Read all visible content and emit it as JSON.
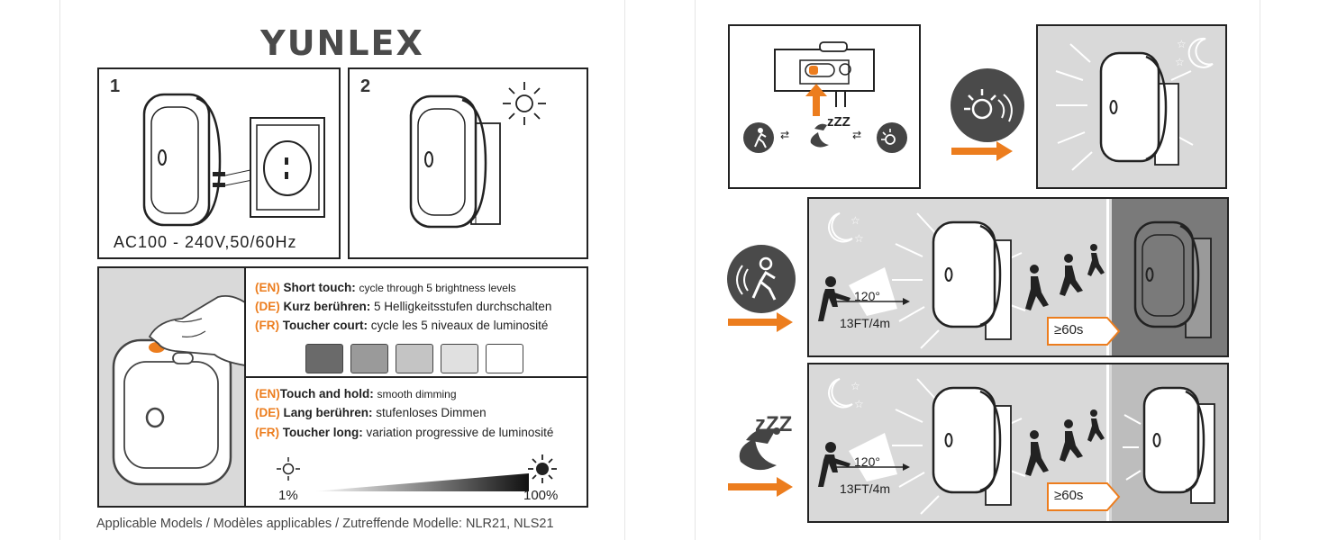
{
  "brand": {
    "logo": "YUNLEX"
  },
  "left_panel": {
    "step1": {
      "number": "1",
      "voltage": "AC100 - 240V,50/60Hz"
    },
    "step2": {
      "number": "2"
    },
    "short_touch": {
      "en_tag": "(EN)",
      "en_label": "Short touch:",
      "en_text": "cycle through 5 brightness levels",
      "de_tag": "(DE)",
      "de_label": "Kurz berühren:",
      "de_text": "5 Helligkeitsstufen durchschalten",
      "fr_tag": "(FR)",
      "fr_label": "Toucher court:",
      "fr_text": "cycle les 5 niveaux de luminosité",
      "swatch_colors": [
        "#6a6a6a",
        "#9a9a9a",
        "#c4c4c4",
        "#e0e0e0",
        "#ffffff"
      ]
    },
    "touch_hold": {
      "en_tag": "(EN)",
      "en_label": "Touch and hold:",
      "en_text": "smooth dimming",
      "de_tag": "(DE)",
      "de_label": "Lang berühren:",
      "de_text": "stufenloses Dimmen",
      "fr_tag": "(FR)",
      "fr_label": "Toucher long:",
      "fr_text": "variation progressive de luminosité",
      "min_label": "1%",
      "max_label": "100%"
    },
    "footer": "Applicable Models / Modèles applicables / Zutreffende Modelle: NLR21, NLS21"
  },
  "right_panel": {
    "motion_row": {
      "angle": "120°",
      "range": "13FT/4m",
      "timer": "≥60s"
    },
    "sleep_row": {
      "angle": "120°",
      "range": "13FT/4m",
      "timer": "≥60s"
    },
    "sleep_zzz": "zZZ"
  },
  "colors": {
    "accent": "#ec7d1e",
    "dark_panel": "#7a7a7a",
    "light_panel": "#d9d9d9",
    "mid_panel": "#bdbdbd"
  }
}
